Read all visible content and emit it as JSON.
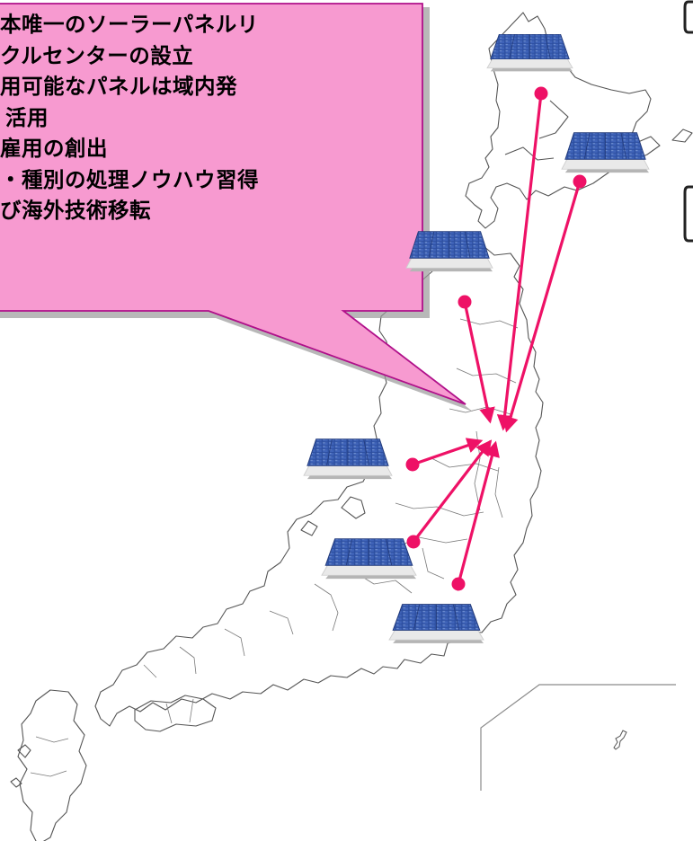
{
  "callout": {
    "lines": [
      "本唯一のソーラーパネルリ",
      "クルセンターの設立",
      "用可能なパネルは域内発",
      "活用",
      "雇用の創出",
      "・種別の処理ノウハウ習得",
      "び海外技術移転"
    ],
    "fill_color": "#f79ad0",
    "border_color": "#b0108a"
  },
  "map": {
    "region": "Japan (northern and central Honshu, Hokkaido, Okinawa inset)",
    "outline_color": "#555555"
  },
  "collection_points": [
    {
      "id": "hokkaido-north"
    },
    {
      "id": "hokkaido-east"
    },
    {
      "id": "aomori"
    },
    {
      "id": "niigata"
    },
    {
      "id": "kanto-north"
    },
    {
      "id": "kanto-east"
    }
  ],
  "recycling_center": {
    "id": "tohoku-center"
  },
  "arrow_color": "#ee1166",
  "solar_panel_icons": [
    {
      "id": "panel-1"
    },
    {
      "id": "panel-2"
    },
    {
      "id": "panel-3"
    },
    {
      "id": "panel-4"
    },
    {
      "id": "panel-5"
    },
    {
      "id": "panel-6"
    }
  ],
  "panel_colors": {
    "cell": "#2d4fa0",
    "cell_light": "#6f8fd0",
    "frame": "#e3e3e3",
    "shadow": "#b5b5b5"
  }
}
